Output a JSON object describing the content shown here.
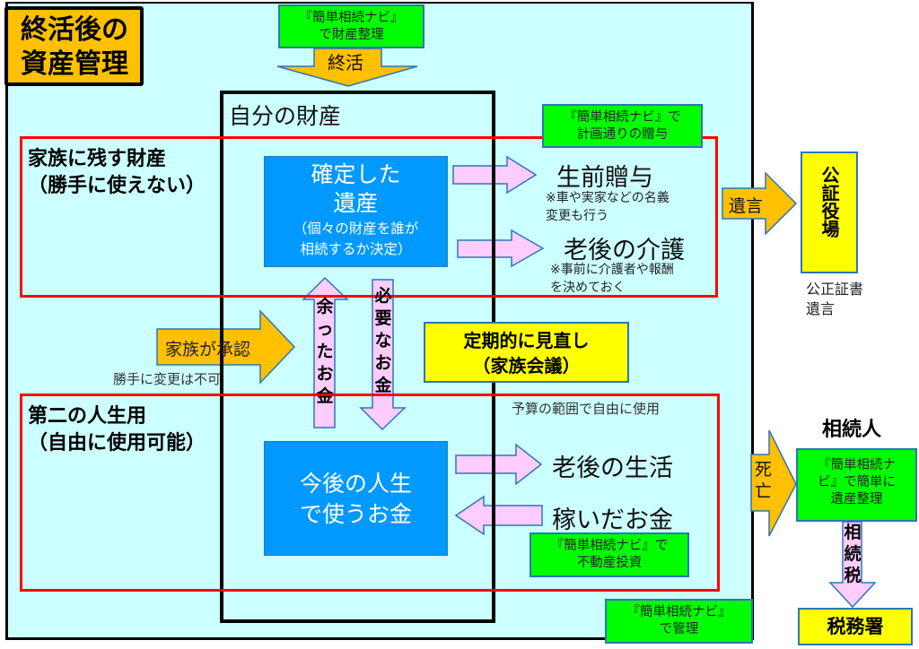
{
  "title": {
    "line1": "終活後の",
    "line2": "資産管理"
  },
  "top_note": {
    "line1": "『簡単相続ナビ』",
    "line2": "で財産整理"
  },
  "shukatsu_arrow": "終活",
  "own_assets_label": "自分の財産",
  "gift_note": {
    "line1": "『簡単相続ナビ』で",
    "line2": "計画通りの贈与"
  },
  "family_section": {
    "line1": "家族に残す財産",
    "line2": "（勝手に使えない）"
  },
  "confirmed_estate": {
    "line1": "確定した",
    "line2": "遺産",
    "line3": "（個々の財産を誰が",
    "line4": "相続するか決定）"
  },
  "lifetime_gift": {
    "label": "生前贈与",
    "note1": "※車や実家などの名義",
    "note2": "変更も行う"
  },
  "elder_care": {
    "label": "老後の介護",
    "note1": "※事前に介護者や報酬",
    "note2": "を決めておく"
  },
  "will_arrow": "遺言",
  "notary_office": {
    "label": "公証役場",
    "note1": "公正証書",
    "note2": "遺言"
  },
  "family_approval": {
    "arrow": "家族が承認",
    "note": "勝手に変更は不可"
  },
  "surplus_arrow": "余ったお金",
  "needed_arrow": "必要なお金",
  "review_box": {
    "line1": "定期的に見直し",
    "line2": "（家族会議）"
  },
  "second_life_section": {
    "line1": "第二の人生用",
    "line2": "（自由に使用可能）",
    "note": "予算の範囲で自由に使用"
  },
  "future_money": {
    "line1": "今後の人生",
    "line2": "で使うお金"
  },
  "retirement_life": "老後の生活",
  "earned_money": "稼いだお金",
  "realestate_note": {
    "line1": "『簡単相続ナビ』で",
    "line2": "不動産投資"
  },
  "manage_note": {
    "line1": "『簡単相続ナビ』",
    "line2": "で管理"
  },
  "heir": {
    "label": "相続人",
    "death_arrow": "死亡",
    "box_line1": "『簡単相続ナ",
    "box_line2": "ビ』で簡単に",
    "box_line3": "遺産整理",
    "tax_arrow": "相続税"
  },
  "tax_office": "税務署",
  "colors": {
    "panel_bg": "#ccffff",
    "orange": "#ffc000",
    "green": "#00ff00",
    "yellow": "#ffff00",
    "blue": "#0099ff",
    "pink": "#ffccff",
    "red": "#ff0000"
  }
}
